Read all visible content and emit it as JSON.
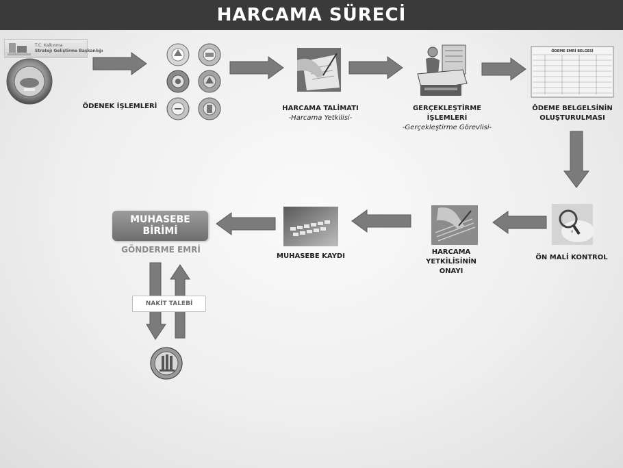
{
  "header": {
    "title": "HARCAMA SÜRECİ"
  },
  "institution_tag": {
    "line1": "T.C. Kalkınma",
    "line2": "Stratejı Geliştirme Başkanlığı"
  },
  "steps": {
    "odenek": {
      "label": "ÖDENEK İŞLEMLERİ"
    },
    "talimat": {
      "label": "HARCAMA TALİMATI",
      "sublabel": "-Harcama Yetkilisi-"
    },
    "gerceklestirme": {
      "label": "GERÇEKLEŞTİRME İŞLEMLERİ",
      "sublabel": "-Gerçekleştirme Görevlisi-"
    },
    "odeme_belgesi": {
      "line1": "ÖDEME BELGELSİNİN",
      "line2": "OLUŞTURULMASI"
    },
    "on_mali": {
      "label": "ÖN MALİ KONTROL"
    },
    "onay": {
      "line1": "HARCAMA YETKİLİSİNİN",
      "line2": "ONAYI"
    },
    "muhasebe_kaydi": {
      "label": "MUHASEBE KAYDI"
    },
    "muhasebe_birimi": {
      "line1": "MUHASEBE",
      "line2": "BİRİMİ"
    },
    "gonderme_emri": {
      "label": "GÖNDERME EMRİ"
    },
    "nakit_talebi": {
      "label": "NAKİT TALEBİ"
    }
  },
  "document_image": {
    "title": "ÖDEME EMRİ BELGESİ"
  },
  "colors": {
    "header_bg": "#3a3a3a",
    "arrow": "#7b7b7b",
    "arrow_border": "#5a5a5a",
    "box": "#8a8a8a"
  }
}
